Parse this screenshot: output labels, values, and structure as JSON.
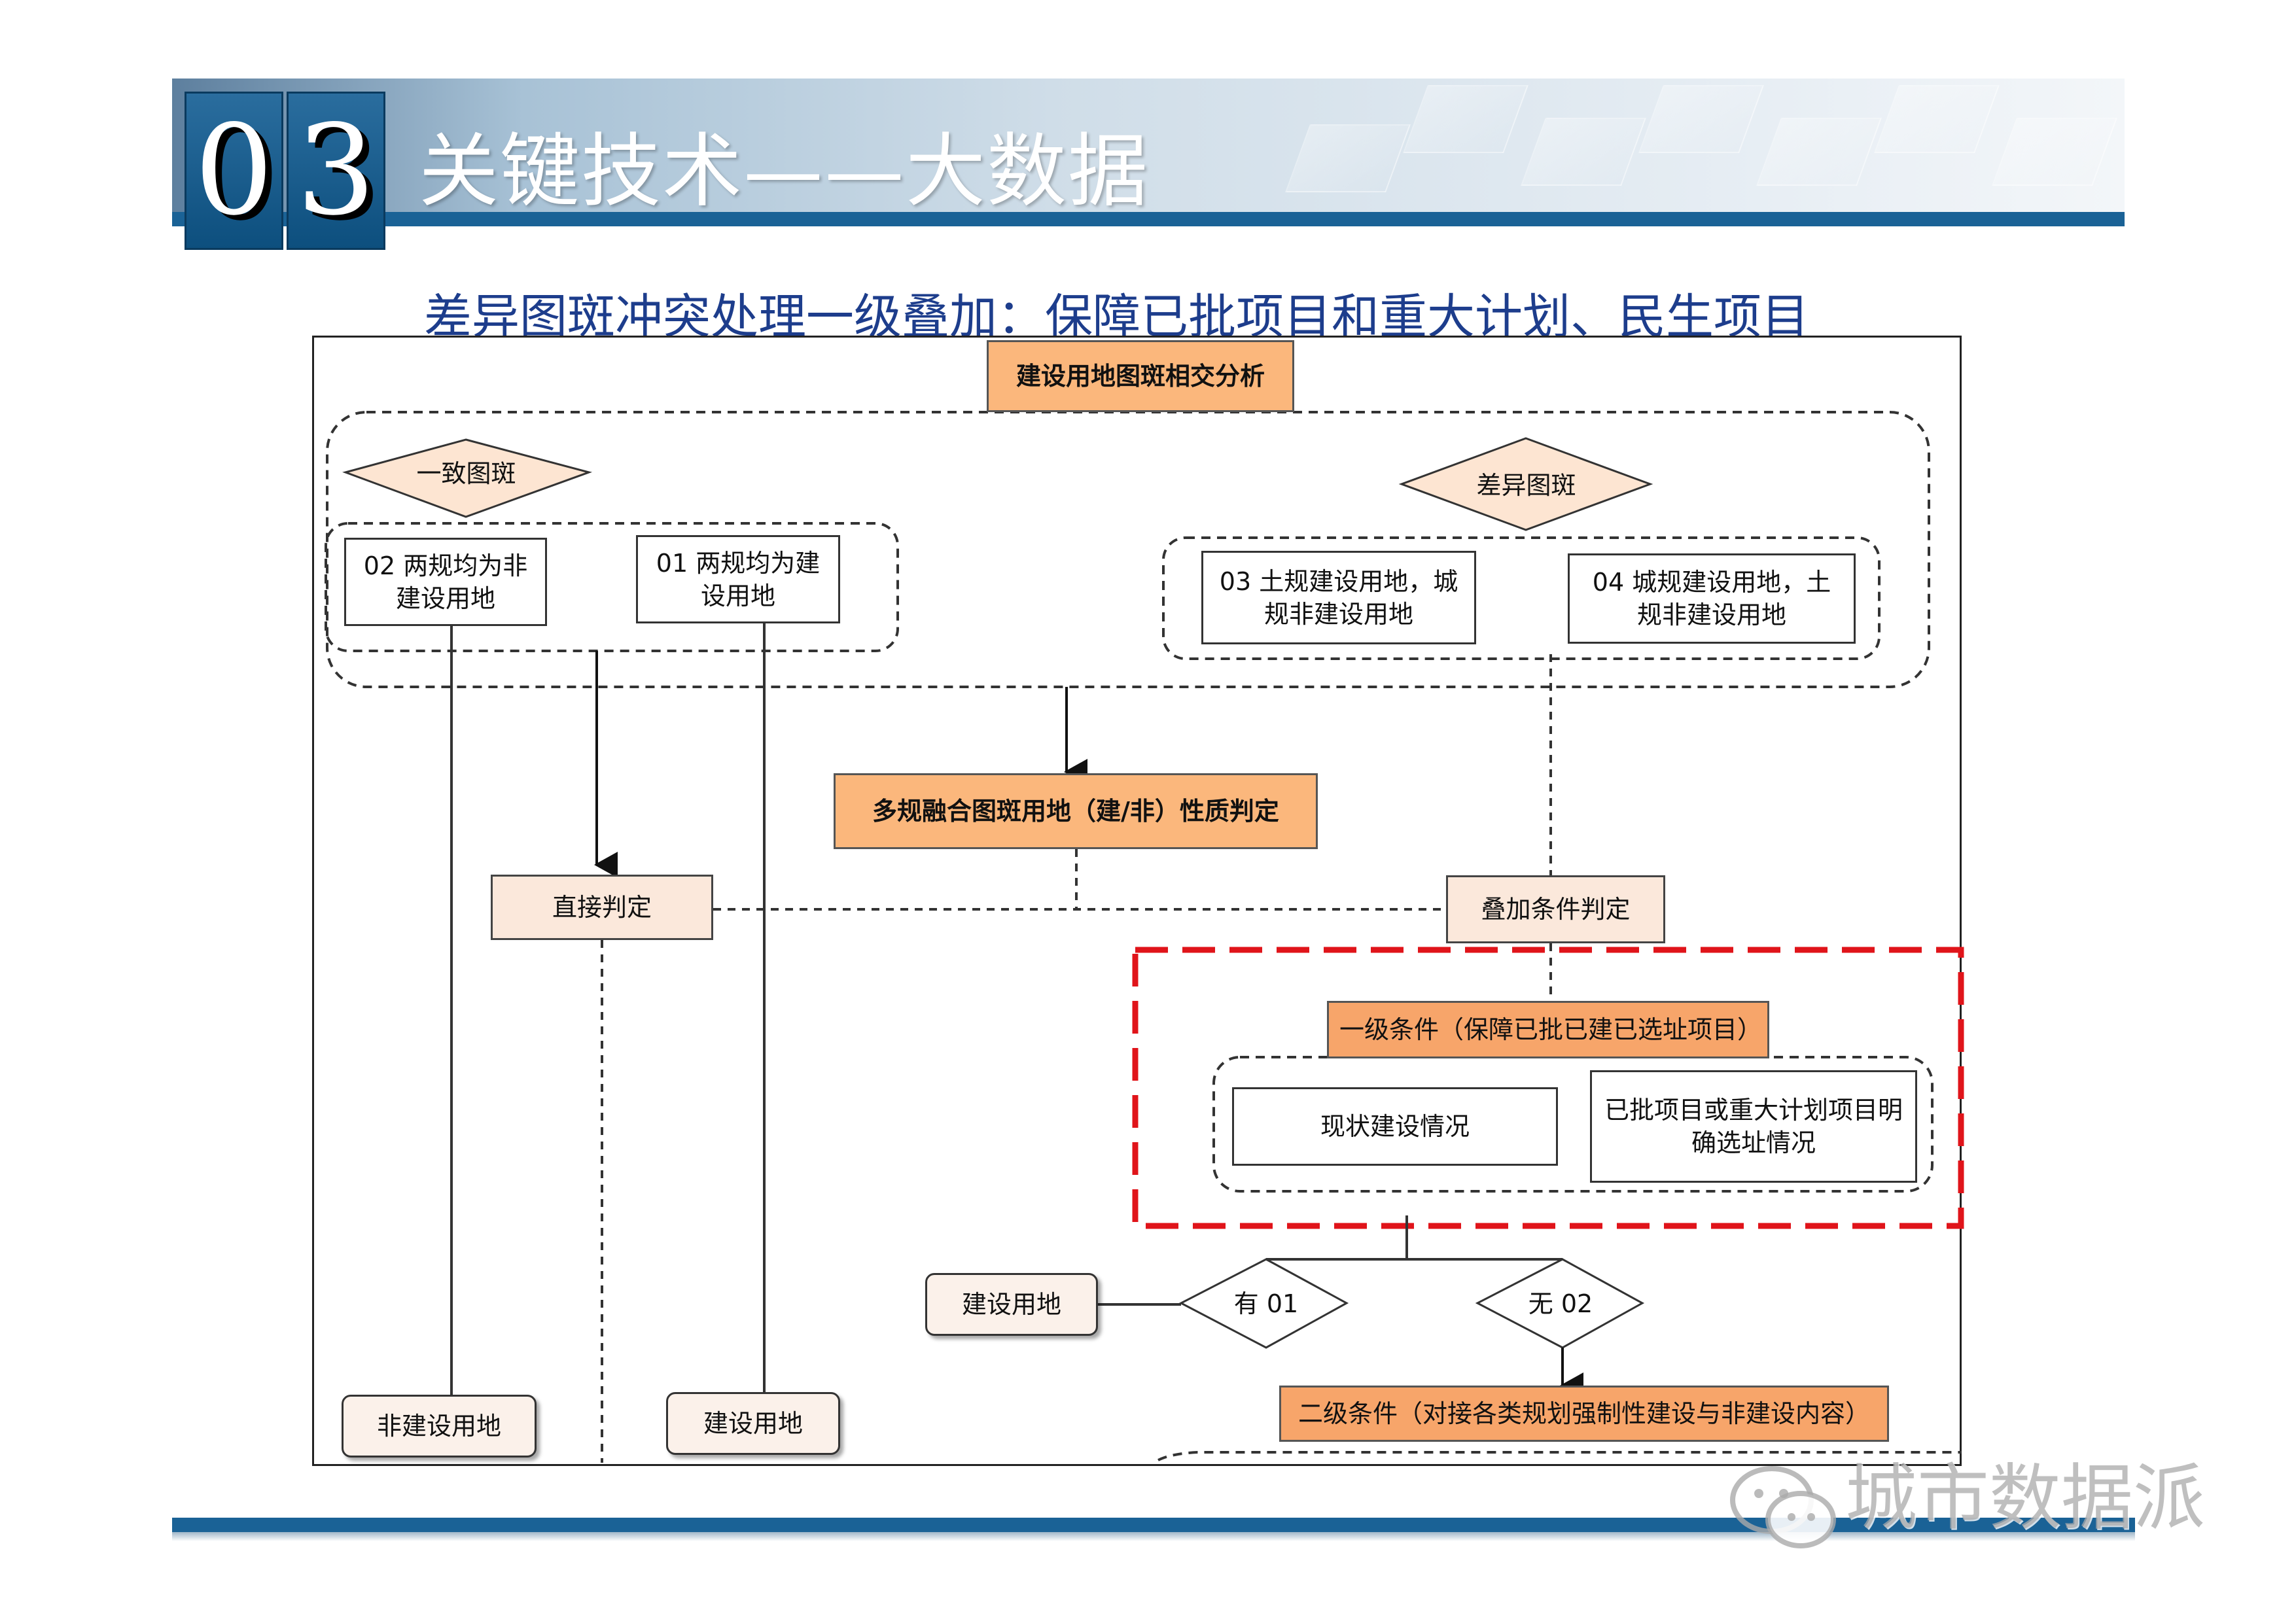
{
  "header": {
    "number_digits": [
      "0",
      "3"
    ],
    "title": "关键技术——大数据"
  },
  "subtitle": "差异图斑冲突处理一级叠加：保障已批项目和重大计划、民生项目",
  "diagram": {
    "top_box": "建设用地图斑相交分析",
    "consistent_diamond": "一致图斑",
    "different_diamond": "差异图斑",
    "box_02": "02 两规均为非建设用地",
    "box_01": "01 两规均为建设用地",
    "box_03": "03 土规建设用地，城规非建设用地",
    "box_04": "04 城规建设用地，土规非建设用地",
    "nature_box": "多规融合图斑用地（建/非）性质判定",
    "direct_box": "直接判定",
    "overlay_box": "叠加条件判定",
    "level1_box": "一级条件（保障已批已建已选址项目）",
    "status_box": "现状建设情况",
    "approved_box": "已批项目或重大计划项目明确选址情况",
    "construction_land_mid": "建设用地",
    "has01_diamond": "有 01",
    "no02_diamond": "无 02",
    "level2_box": "二级条件（对接各类规划强制性建设与非建设内容）",
    "nonconstruction_bottom": "非建设用地",
    "construction_bottom": "建设用地"
  },
  "watermark": "城市数据派",
  "colors": {
    "banner_blue": "#1a6296",
    "title_text": "#ffffff",
    "subtitle_text": "#1d3d8c",
    "orange_box": "#fbb77c",
    "peach_box": "#fbe8db",
    "highlight_red": "#e0141a"
  },
  "icons": {
    "watermark_icon": "wechat-icon"
  }
}
